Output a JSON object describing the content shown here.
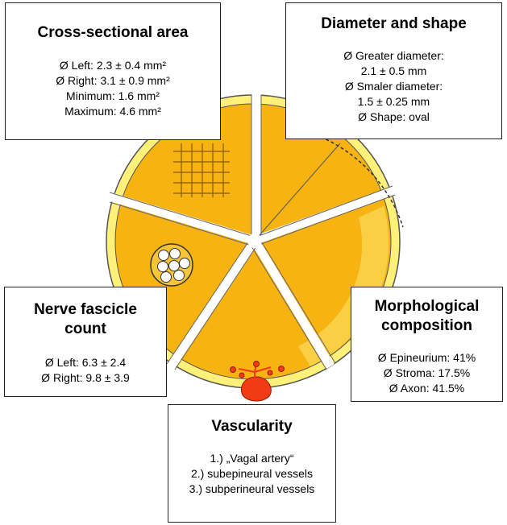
{
  "cross_sectional_area": {
    "title": "Cross-sectional area",
    "lines": [
      "Ø Left: 2.3 ± 0.4 mm²",
      "Ø Right: 3.1 ± 0.9 mm²",
      "Minimum: 1.6 mm²",
      "Maximum: 4.6 mm²"
    ]
  },
  "diameter_and_shape": {
    "title": "Diameter and shape",
    "lines": [
      "Ø Greater diameter:",
      "2.1 ± 0.5 mm",
      "Ø Smaler diameter:",
      "1.5 ± 0.25 mm",
      "Ø Shape: oval"
    ]
  },
  "nerve_fascicle_count": {
    "title_line1": "Nerve fascicle",
    "title_line2": "count",
    "lines": [
      "Ø Left: 6.3 ± 2.4",
      "Ø Right: 9.8 ± 3.9"
    ]
  },
  "morphological_composition": {
    "title_line1": "Morphological",
    "title_line2": "composition",
    "lines": [
      "Ø Epineurium: 41%",
      "Ø Stroma: 17.5%",
      "Ø Axon: 41.5%"
    ]
  },
  "vascularity": {
    "title": "Vascularity",
    "lines": [
      "1.) „Vagal artery“",
      "2.) subepineural vessels",
      "3.) subperineural vessels"
    ]
  },
  "colors": {
    "wheel_fill": "#f6b312",
    "wheel_rim": "#fff07a",
    "outline": "#555555",
    "vessel_red": "#f23a15",
    "background": "#ffffff"
  }
}
